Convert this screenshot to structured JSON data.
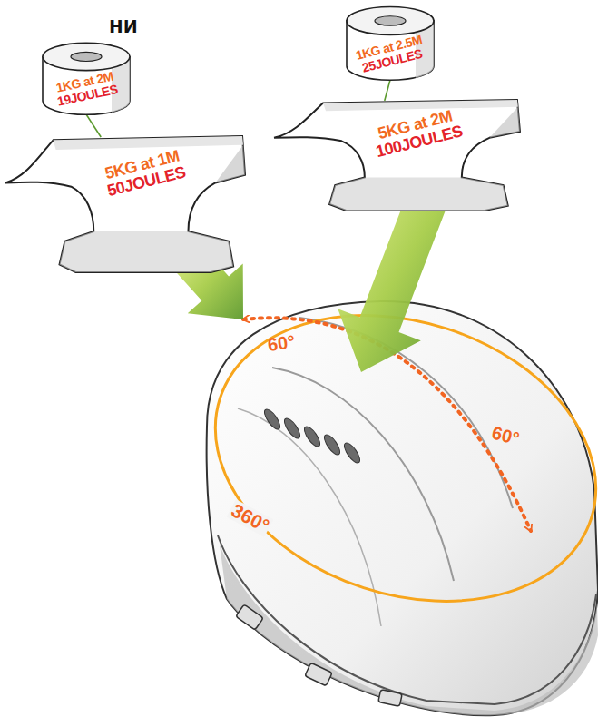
{
  "diagram": {
    "nodes": [
      {
        "text": [
          "1KG at 2M",
          "19JOULES"
        ]
      },
      {
        "text": [
          "5KG at 1M",
          "50JOULES"
        ]
      },
      {
        "text": [
          "1KG at 2.5M",
          "25JOULES"
        ]
      },
      {
        "text": [
          "5KG at 2M",
          "100JOULES"
        ]
      }
    ],
    "edges": [
      {
        "from": 0,
        "to": 1,
        "arrow": "none"
      },
      {
        "from": 2,
        "to": 3,
        "arrow": "none"
      }
    ],
    "labels": [
      "ни",
      "60°",
      "60°",
      "360°"
    ]
  }
}
